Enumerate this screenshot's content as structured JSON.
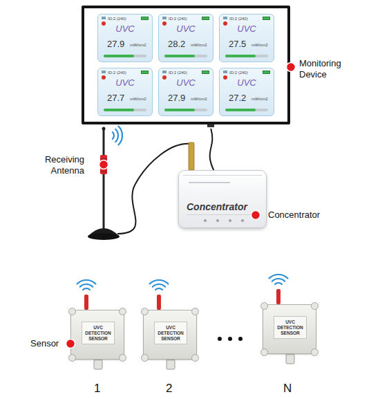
{
  "diagram": {
    "nodes": [
      {
        "text": [
          "Monitoring Device"
        ]
      },
      {
        "text": [
          "ID:2 (240)",
          "UVC",
          "27.9",
          "mW/cm2"
        ],
        "in": 0
      },
      {
        "text": [
          "ID:2 (240)",
          "UVC",
          "28.2",
          "mW/cm2"
        ],
        "in": 0
      },
      {
        "text": [
          "ID:2 (240)",
          "UVC",
          "27.5",
          "mW/cm2"
        ],
        "in": 0
      },
      {
        "text": [
          "ID:2 (240)",
          "UVC",
          "27.7",
          "mW/cm2"
        ],
        "in": 0
      },
      {
        "text": [
          "ID:2 (240)",
          "UVC",
          "27.9",
          "mW/cm2"
        ],
        "in": 0
      },
      {
        "text": [
          "ID:2 (240)",
          "UVC",
          "27.2",
          "mW/cm2"
        ],
        "in": 0
      },
      {
        "text": [
          "Concentrator"
        ]
      },
      {
        "text": [
          "UVC DETECTION SENSOR"
        ]
      },
      {
        "text": [
          "UVC DETECTION SENSOR"
        ]
      },
      {
        "text": [
          "UVC DETECTION SENSOR"
        ]
      }
    ],
    "edges": [
      {
        "from": 7,
        "to": 0,
        "arrow": "none"
      }
    ],
    "labels": [
      "Receiving Antenna",
      "Concentrator",
      "Sensor",
      "1",
      "2",
      "N"
    ]
  }
}
